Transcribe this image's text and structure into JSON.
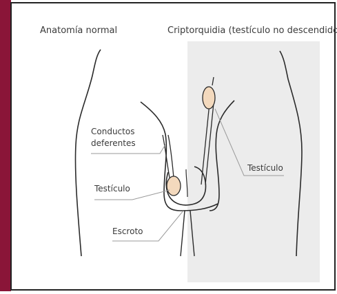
{
  "titles": {
    "normal": "Anatomía normal",
    "cryptorchidism": "Criptorquidia (testículo no descendido"
  },
  "labels": {
    "ducts_line1": "Conductos",
    "ducts_line2": "deferentes",
    "testicle_left": "Testículo",
    "scrotum": "Escroto",
    "testicle_right": "Testículo"
  },
  "colors": {
    "frame": "#8a1538",
    "shaded_panel": "#ececec",
    "outline": "#2a2a2a",
    "testicle_fill": "#f3d9bd",
    "leader_line": "#9a9a9a"
  }
}
